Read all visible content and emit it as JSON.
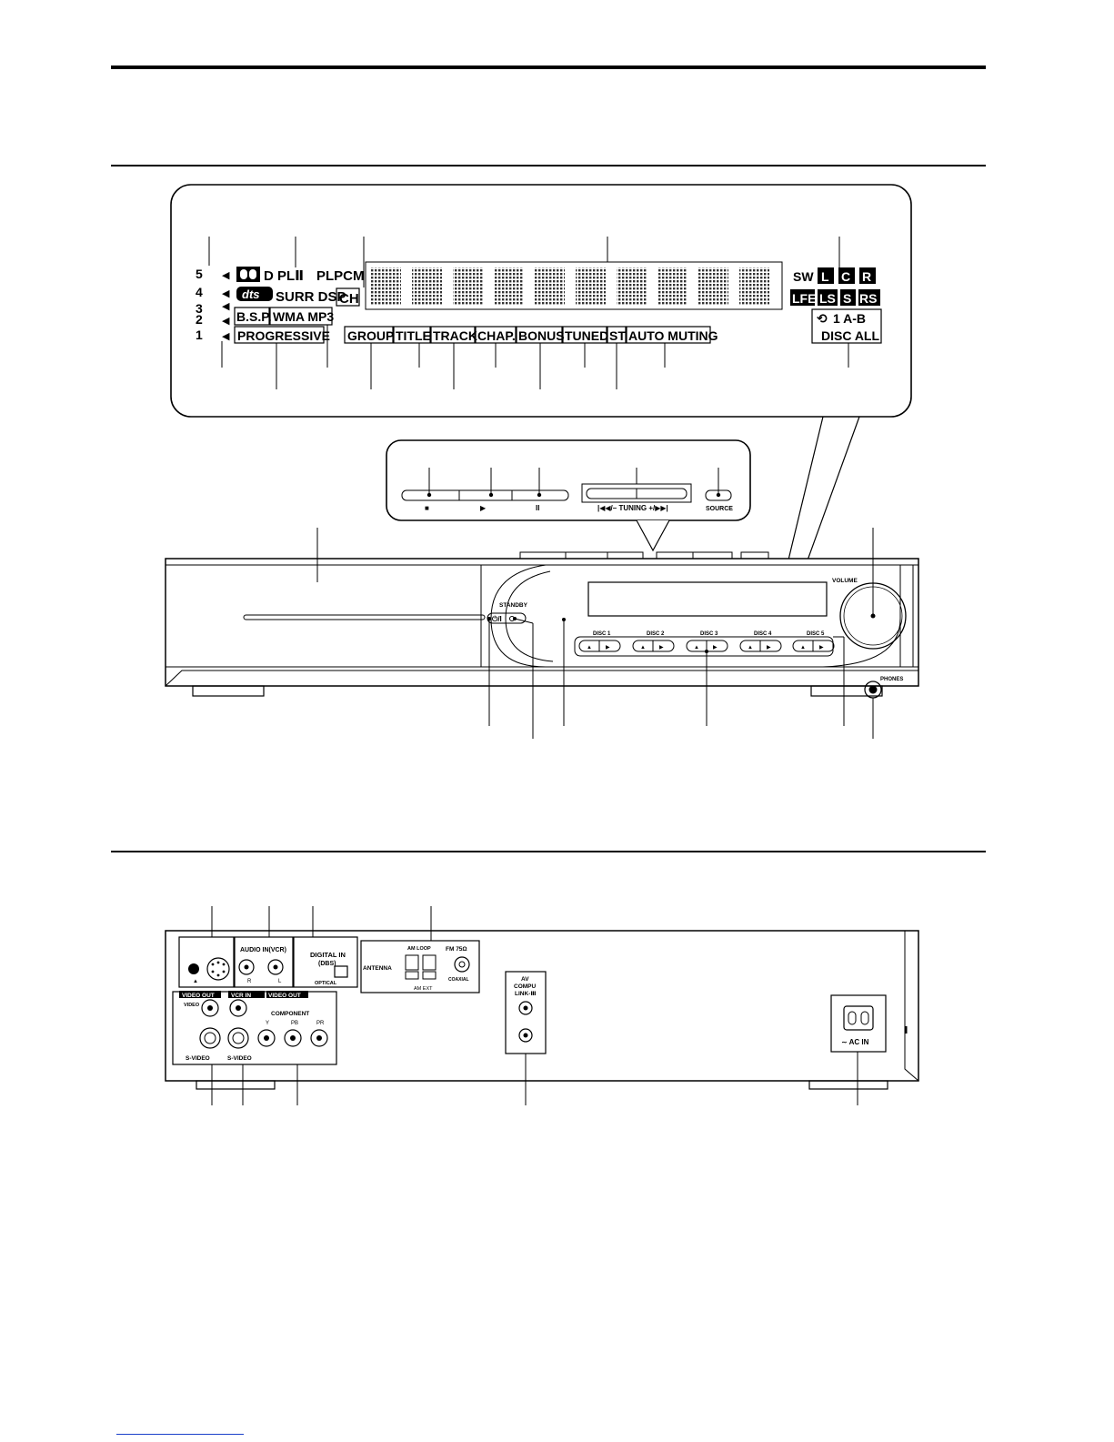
{
  "display_panel": {
    "disc_numbers": [
      "5",
      "4",
      "3",
      "2",
      "1"
    ],
    "dolby_text": "D PLⅡ",
    "dts_logo": "dts",
    "surr_dsp": "SURR DSP",
    "plpcm": "PLPCM",
    "ch": "CH",
    "bsp": "B.S.P.",
    "wma_mp3": "WMA MP3",
    "progressive": "PROGRESSIVE",
    "status_labels": [
      "GROUP",
      "TITLE",
      "TRACK",
      "CHAP.",
      "BONUS",
      "TUNED",
      "ST",
      "AUTO MUTING"
    ],
    "channels_top": [
      "SW",
      "L",
      "C",
      "R"
    ],
    "channels_bottom": [
      "LFE",
      "LS",
      "S",
      "RS"
    ],
    "repeat": "1 A-B",
    "disc_all": "DISC ALL"
  },
  "top_panel": {
    "stop_symbol": "■",
    "play_symbol": "▶",
    "pause_symbol": "II",
    "tuning_label": "|◀◀/–   TUNING   +/▶▶|",
    "source_label": "SOURCE"
  },
  "front_panel": {
    "standby": "STANDBY",
    "power_symbol": "⏻/I",
    "volume": "VOLUME",
    "phones": "PHONES",
    "disc_labels": [
      "DISC 1",
      "DISC 2",
      "DISC 3",
      "DISC 4",
      "DISC 5"
    ]
  },
  "rear_panel": {
    "audio_in": "AUDIO IN(VCR)",
    "r": "R",
    "l": "L",
    "digital_in": "DIGITAL IN",
    "dbs": "(DBS)",
    "optical": "OPTICAL",
    "antenna": "ANTENNA",
    "am_loop": "AM LOOP",
    "fm": "FM 75Ω",
    "coaxial": "COAXIAL",
    "am_ext": "AM EXT",
    "video_out": "VIDEO OUT",
    "vcr_in": "VCR IN",
    "video_out_2": "VIDEO OUT",
    "video": "VIDEO",
    "component": "COMPONENT",
    "y": "Y",
    "pb": "PB",
    "pr": "PR",
    "svideo": "S-VIDEO",
    "av_compu_1": "AV",
    "av_compu_2": "COMPU",
    "av_compu_3": "LINK-Ⅲ",
    "ac_in": "∼ AC IN"
  }
}
